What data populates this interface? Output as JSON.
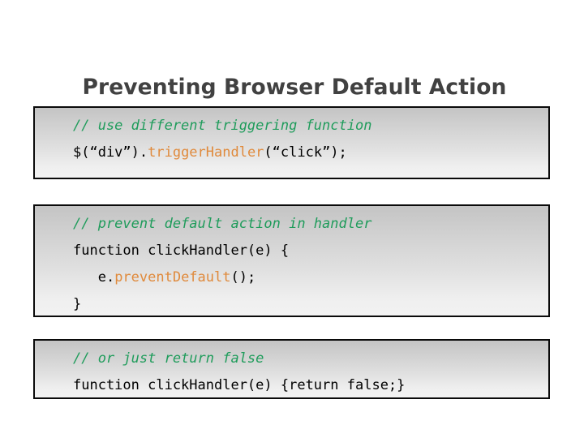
{
  "slide": {
    "title": "Preventing Browser Default Action",
    "colors": {
      "title": "#414141",
      "comment_green": "#1f9c5b",
      "method_orange": "#e08a3c",
      "code_black": "#000000",
      "box_border": "#0a0a0a",
      "box_gradient_top": "#c4c4c4",
      "box_gradient_bottom": "#f2f2f2",
      "background": "#ffffff"
    }
  },
  "code_blocks": [
    {
      "id": "code-box-1",
      "lines": [
        {
          "id": "block1-line1",
          "text": "// use different triggering function",
          "tokens": [
            {
              "text": "// use different triggering function",
              "type": "comment"
            }
          ]
        },
        {
          "id": "block1-line2",
          "text": "$(“div”).triggerHandler(“click”);",
          "tokens": [
            {
              "text": "$(“div”).",
              "type": "plain"
            },
            {
              "text": "triggerHandler",
              "type": "method"
            },
            {
              "text": "(“click”);",
              "type": "plain"
            }
          ]
        }
      ]
    },
    {
      "id": "code-box-2",
      "lines": [
        {
          "id": "block2-line1",
          "text": "// prevent default action in handler",
          "tokens": [
            {
              "text": "// prevent default action in handler",
              "type": "comment"
            }
          ]
        },
        {
          "id": "block2-line2",
          "text": "function clickHandler(e) {",
          "tokens": [
            {
              "text": "function clickHandler(e) {",
              "type": "plain"
            }
          ]
        },
        {
          "id": "block2-line3",
          "text": "   e.preventDefault();",
          "tokens": [
            {
              "text": "   e.",
              "type": "plain"
            },
            {
              "text": "preventDefault",
              "type": "method"
            },
            {
              "text": "();",
              "type": "plain"
            }
          ]
        },
        {
          "id": "block2-line4",
          "text": "}",
          "tokens": [
            {
              "text": "}",
              "type": "plain"
            }
          ]
        }
      ]
    },
    {
      "id": "code-box-3",
      "lines": [
        {
          "id": "block3-line1",
          "text": "// or just return false",
          "tokens": [
            {
              "text": "// or just return false",
              "type": "comment"
            }
          ]
        },
        {
          "id": "block3-line2",
          "text": "function clickHandler(e) {return false;}",
          "tokens": [
            {
              "text": "function clickHandler(e) {return false;}",
              "type": "plain"
            }
          ]
        }
      ]
    }
  ]
}
